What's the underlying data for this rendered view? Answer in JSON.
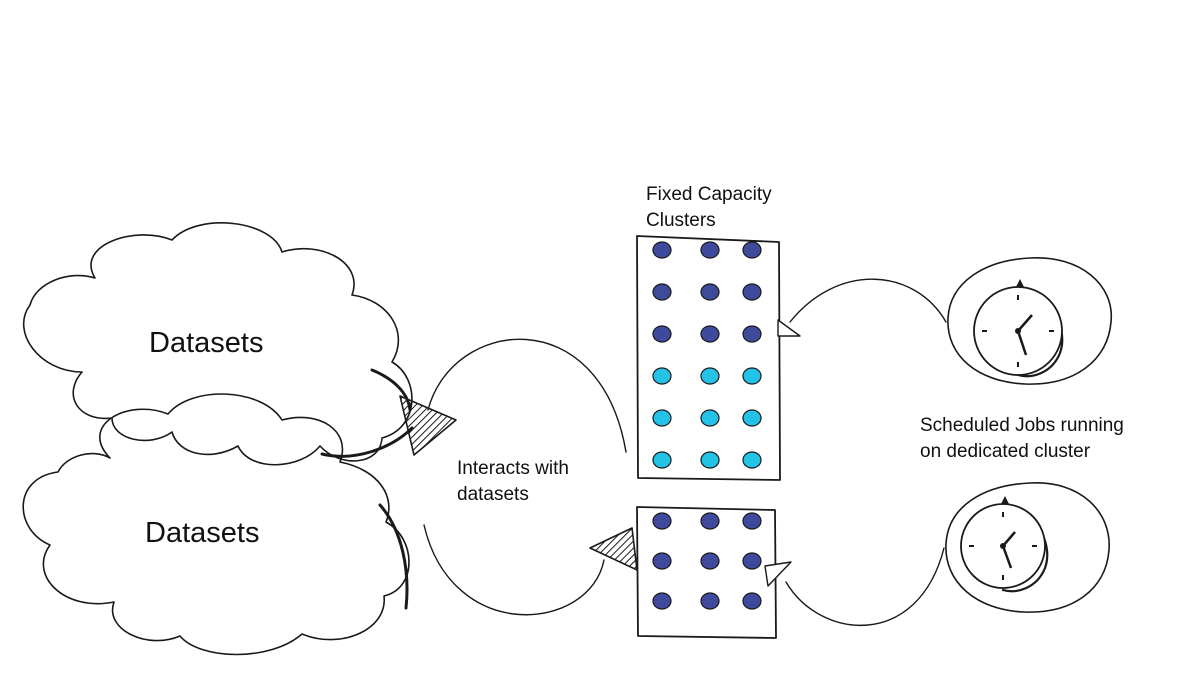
{
  "labels": {
    "dataset_top": "Datasets",
    "dataset_bottom": "Datasets",
    "interacts_line1": "Interacts with",
    "interacts_line2": "datasets",
    "fixed_line1": "Fixed Capacity",
    "fixed_line2": "Clusters",
    "scheduled_line1": "Scheduled Jobs running",
    "scheduled_line2": "on dedicated cluster"
  },
  "clusters": {
    "top": {
      "rows": [
        [
          "dark",
          "dark",
          "dark"
        ],
        [
          "dark",
          "dark",
          "dark"
        ],
        [
          "dark",
          "dark",
          "dark"
        ],
        [
          "light",
          "light",
          "light"
        ],
        [
          "light",
          "light",
          "light"
        ],
        [
          "light",
          "light",
          "light"
        ]
      ]
    },
    "bottom": {
      "rows": [
        [
          "dark",
          "dark",
          "dark"
        ],
        [
          "dark",
          "dark",
          "dark"
        ],
        [
          "dark",
          "dark",
          "dark"
        ]
      ]
    }
  },
  "colors": {
    "dark": "#3f4a9c",
    "light": "#22c3e6",
    "ink": "#1a1a1a"
  },
  "icons": [
    "cloud-icon",
    "cloud-icon",
    "clock-icon",
    "clock-icon",
    "arrowhead-icon"
  ]
}
